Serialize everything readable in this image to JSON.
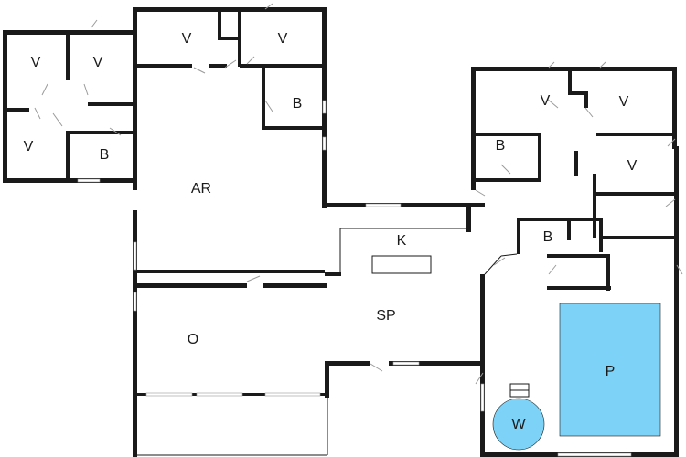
{
  "colors": {
    "wall": "#1a1a1a",
    "pool": "#7dd3f7",
    "whirlpool": "#7dd3f7",
    "background": "#ffffff"
  },
  "rooms": {
    "v1": "V",
    "v2": "V",
    "v3": "V",
    "v4": "V",
    "v5": "V",
    "v6": "V",
    "v7": "V",
    "b1": "B",
    "b2": "B",
    "b3": "B",
    "b4": "B",
    "ar": "AR",
    "k": "K",
    "sp": "SP",
    "o": "O",
    "p": "P",
    "w": "W"
  }
}
